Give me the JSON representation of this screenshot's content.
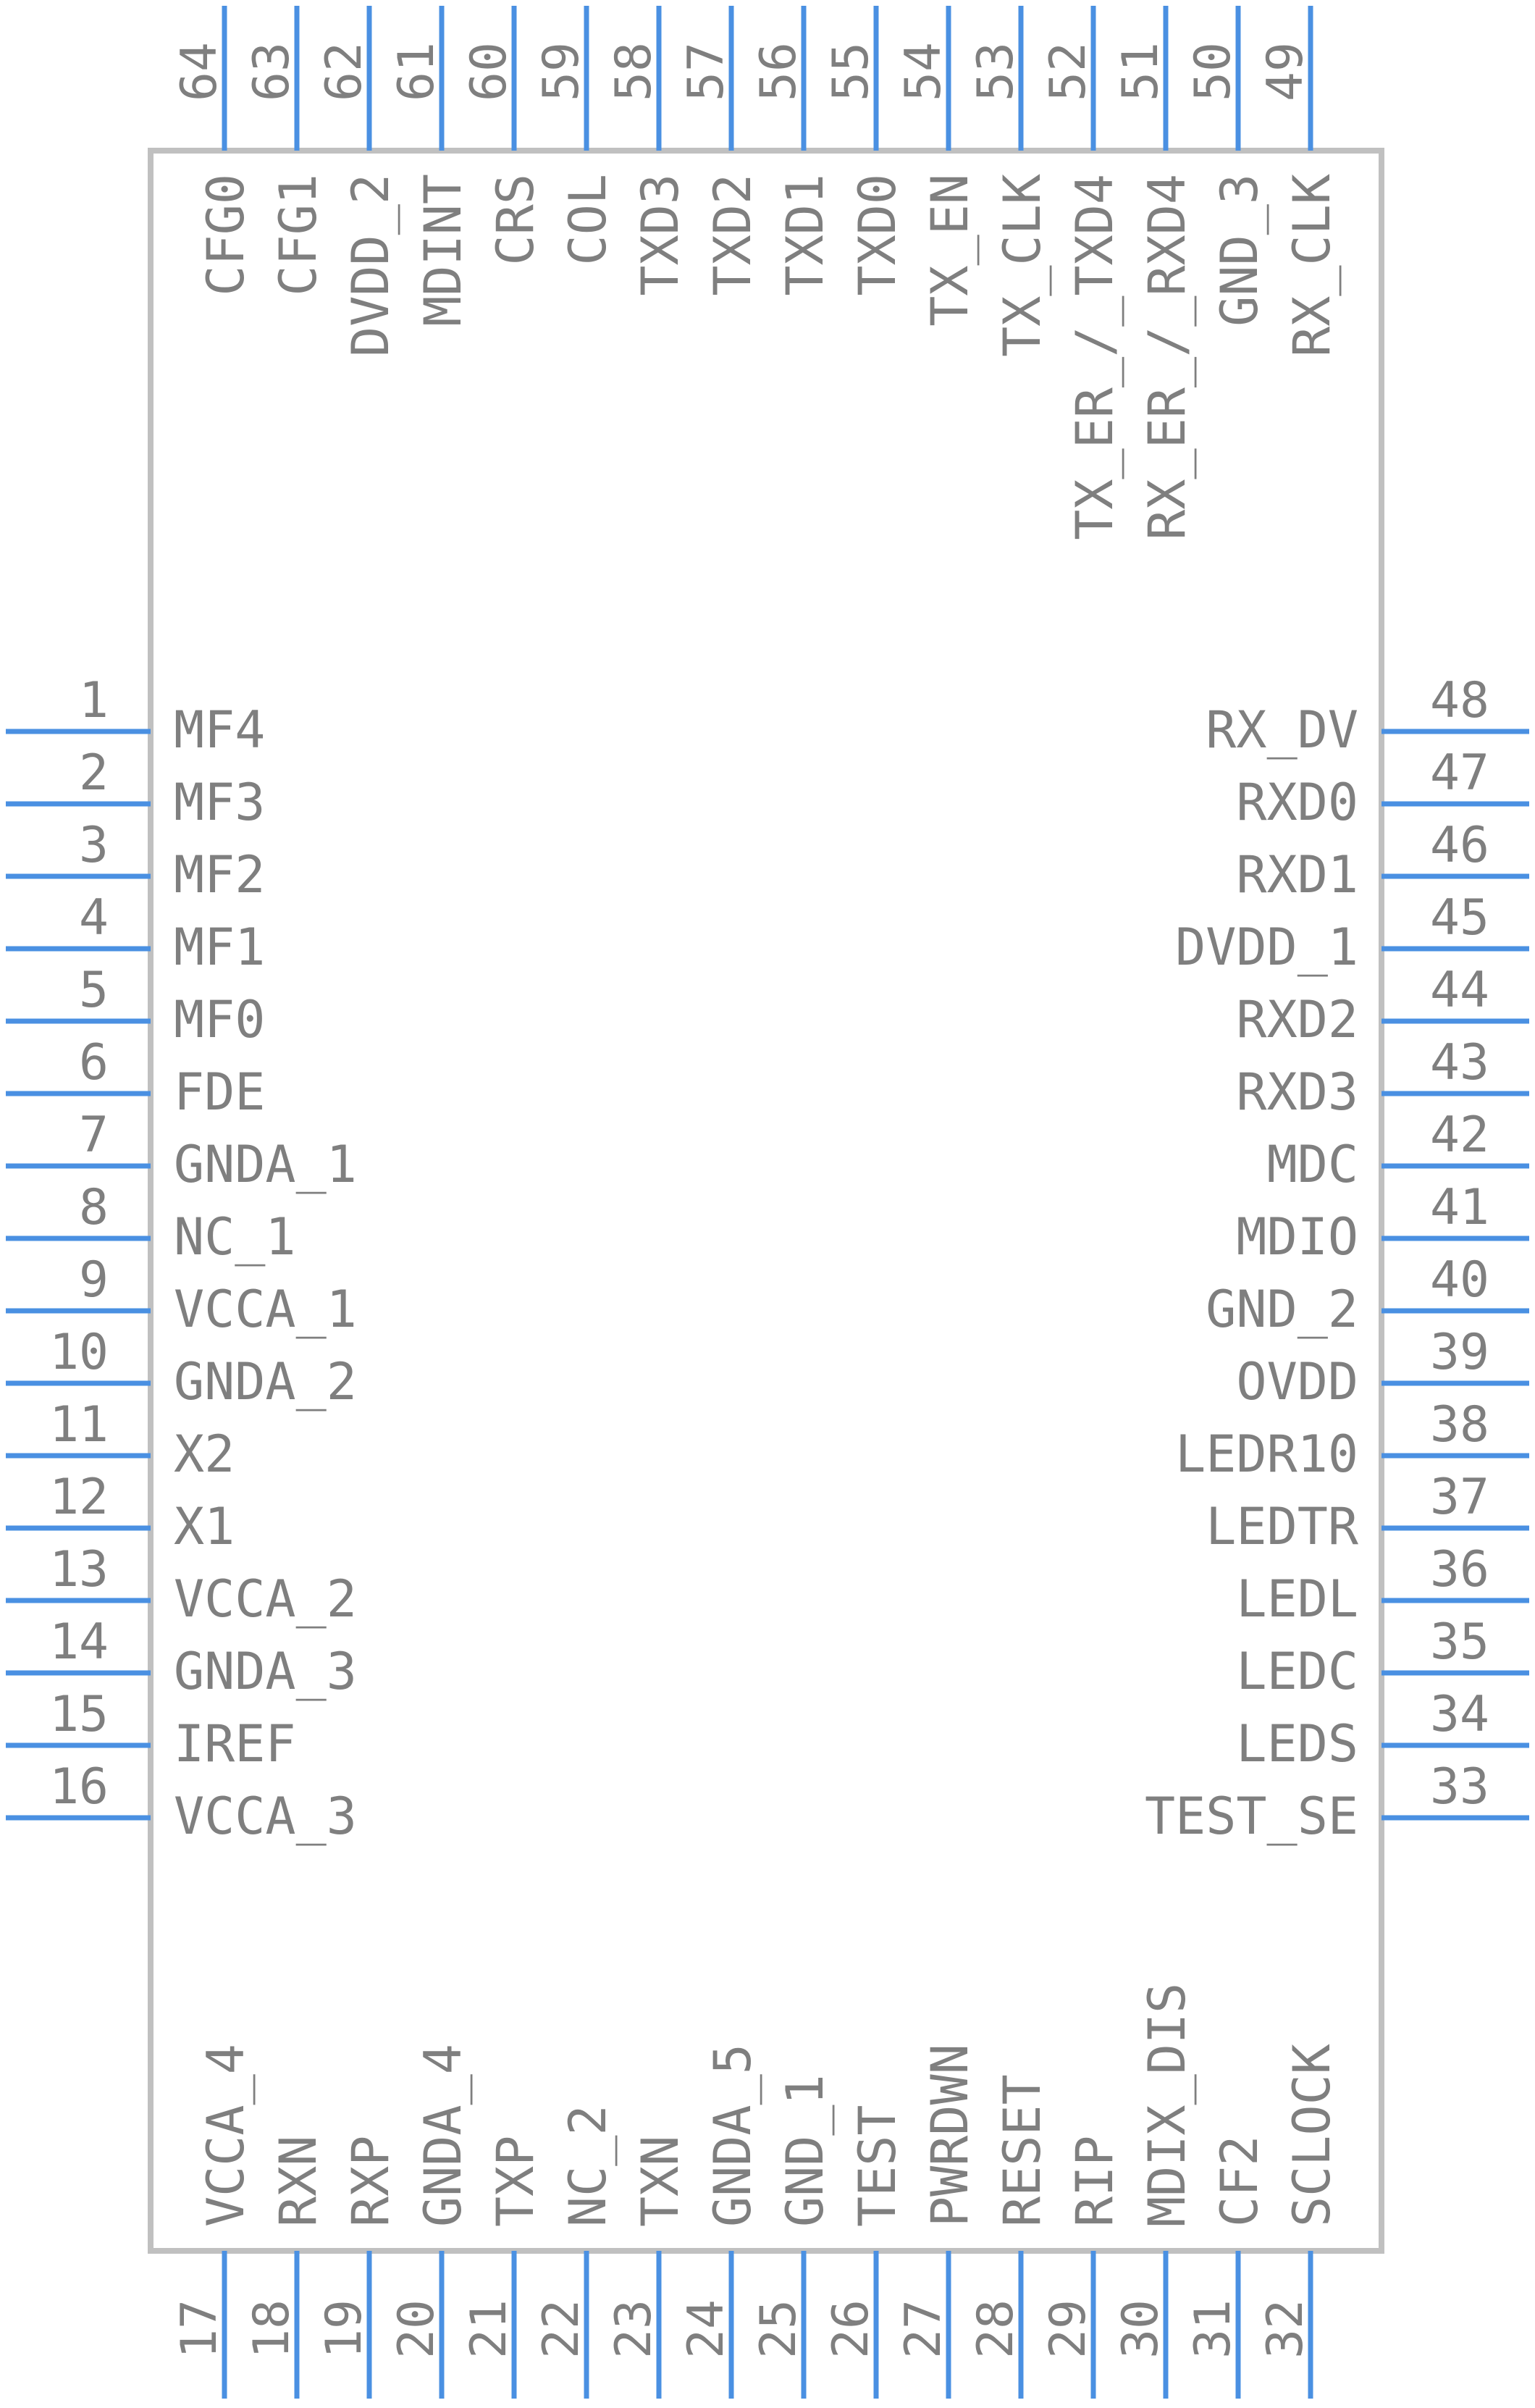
{
  "pins": {
    "left": [
      {
        "num": "1",
        "name": "MF4"
      },
      {
        "num": "2",
        "name": "MF3"
      },
      {
        "num": "3",
        "name": "MF2"
      },
      {
        "num": "4",
        "name": "MF1"
      },
      {
        "num": "5",
        "name": "MF0"
      },
      {
        "num": "6",
        "name": "FDE"
      },
      {
        "num": "7",
        "name": "GNDA_1"
      },
      {
        "num": "8",
        "name": "NC_1"
      },
      {
        "num": "9",
        "name": "VCCA_1"
      },
      {
        "num": "10",
        "name": "GNDA_2"
      },
      {
        "num": "11",
        "name": "X2"
      },
      {
        "num": "12",
        "name": "X1"
      },
      {
        "num": "13",
        "name": "VCCA_2"
      },
      {
        "num": "14",
        "name": "GNDA_3"
      },
      {
        "num": "15",
        "name": "IREF"
      },
      {
        "num": "16",
        "name": "VCCA_3"
      }
    ],
    "right": [
      {
        "num": "48",
        "name": "RX_DV"
      },
      {
        "num": "47",
        "name": "RXD0"
      },
      {
        "num": "46",
        "name": "RXD1"
      },
      {
        "num": "45",
        "name": "DVDD_1"
      },
      {
        "num": "44",
        "name": "RXD2"
      },
      {
        "num": "43",
        "name": "RXD3"
      },
      {
        "num": "42",
        "name": "MDC"
      },
      {
        "num": "41",
        "name": "MDIO"
      },
      {
        "num": "40",
        "name": "GND_2"
      },
      {
        "num": "39",
        "name": "OVDD"
      },
      {
        "num": "38",
        "name": "LEDR10"
      },
      {
        "num": "37",
        "name": "LEDTR"
      },
      {
        "num": "36",
        "name": "LEDL"
      },
      {
        "num": "35",
        "name": "LEDC"
      },
      {
        "num": "34",
        "name": "LEDS"
      },
      {
        "num": "33",
        "name": "TEST_SE"
      }
    ],
    "top": [
      {
        "num": "64",
        "name": "CFG0"
      },
      {
        "num": "63",
        "name": "CFG1"
      },
      {
        "num": "62",
        "name": "DVDD_2"
      },
      {
        "num": "61",
        "name": "MDINT"
      },
      {
        "num": "60",
        "name": "CRS"
      },
      {
        "num": "59",
        "name": "COL"
      },
      {
        "num": "58",
        "name": "TXD3"
      },
      {
        "num": "57",
        "name": "TXD2"
      },
      {
        "num": "56",
        "name": "TXD1"
      },
      {
        "num": "55",
        "name": "TXD0"
      },
      {
        "num": "54",
        "name": "TX_EN"
      },
      {
        "num": "53",
        "name": "TX_CLK"
      },
      {
        "num": "52",
        "name": "TX_ER_/_TXD4"
      },
      {
        "num": "51",
        "name": "RX_ER_/_RXD4"
      },
      {
        "num": "50",
        "name": "GND_3"
      },
      {
        "num": "49",
        "name": "RX_CLK"
      }
    ],
    "bottom": [
      {
        "num": "17",
        "name": "VCCA_4"
      },
      {
        "num": "18",
        "name": "RXN"
      },
      {
        "num": "19",
        "name": "RXP"
      },
      {
        "num": "20",
        "name": "GNDA_4"
      },
      {
        "num": "21",
        "name": "TXP"
      },
      {
        "num": "22",
        "name": "NC_2"
      },
      {
        "num": "23",
        "name": "TXN"
      },
      {
        "num": "24",
        "name": "GNDA_5"
      },
      {
        "num": "25",
        "name": "GND_1"
      },
      {
        "num": "26",
        "name": "TEST"
      },
      {
        "num": "27",
        "name": "PWRDWN"
      },
      {
        "num": "28",
        "name": "RESET"
      },
      {
        "num": "29",
        "name": "RIP"
      },
      {
        "num": "30",
        "name": "MDIX_DIS"
      },
      {
        "num": "31",
        "name": "CF2"
      },
      {
        "num": "32",
        "name": "SCLOCK"
      }
    ]
  },
  "colors": {
    "pin_line": "#4a90e2",
    "body_outline": "#c0c0c0",
    "text": "#7f7f7f"
  }
}
